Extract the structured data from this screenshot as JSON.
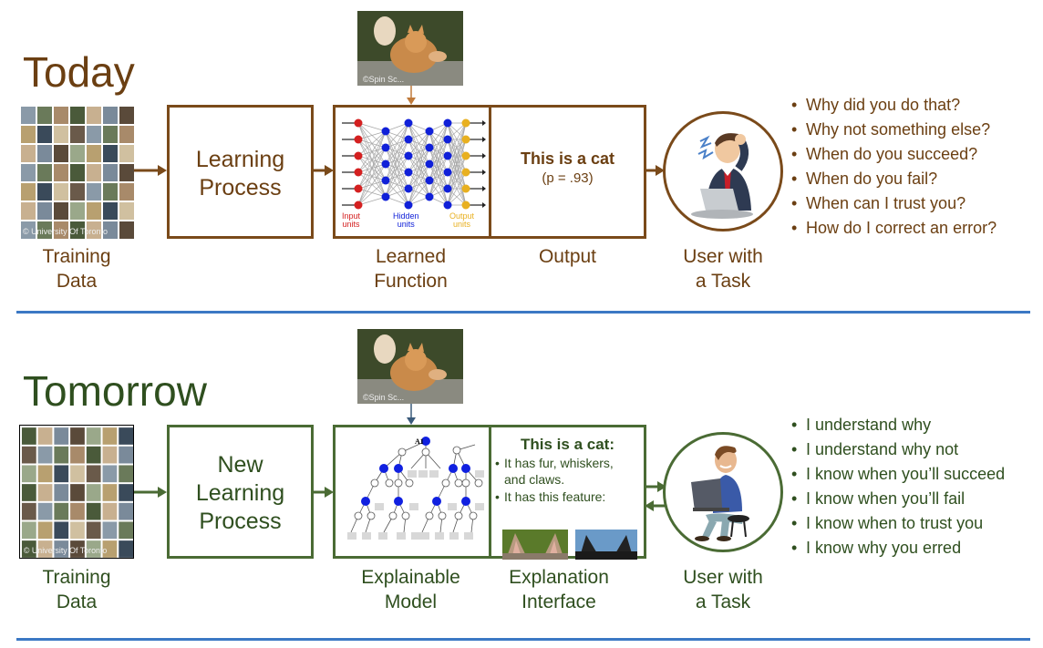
{
  "colors": {
    "today": "#6b3f12",
    "today_border": "#7a4a1a",
    "tomorrow": "#2f4f1f",
    "tomorrow_border": "#4a6b34",
    "divider": "#3b78c4",
    "nn_input": "#d42020",
    "nn_hidden": "#1020d8",
    "nn_output": "#e8b020"
  },
  "today": {
    "title": "Today",
    "input_image_credit": "©Spin Sc...",
    "training_data": {
      "caption_line1": "Training",
      "caption_line2": "Data",
      "image_credit": "© University Of Toronto"
    },
    "learning_process": {
      "line1": "Learning",
      "line2": "Process"
    },
    "learned_function": {
      "caption_line1": "Learned",
      "caption_line2": "Function",
      "nn_labels": {
        "input": [
          "Input",
          "units"
        ],
        "hidden": [
          "Hidden",
          "units"
        ],
        "output": [
          "Output",
          "units"
        ]
      }
    },
    "output": {
      "caption": "Output",
      "result": "This is a cat",
      "probability": "(p = .93)"
    },
    "user": {
      "caption_line1": "User with",
      "caption_line2": "a Task",
      "icon": "confused-businessman-icon"
    },
    "questions": [
      "Why did you do that?",
      "Why not something else?",
      "When do you succeed?",
      "When do you fail?",
      "When can I trust you?",
      "How do I correct an error?"
    ]
  },
  "tomorrow": {
    "title": "Tomorrow",
    "input_image_credit": "©Spin Sc...",
    "training_data": {
      "caption_line1": "Training",
      "caption_line2": "Data",
      "image_credit": "© University Of Toronto"
    },
    "learning_process": {
      "line1": "New",
      "line2": "Learning",
      "line3": "Process"
    },
    "explainable_model": {
      "caption_line1": "Explainable",
      "caption_line2": "Model",
      "root_label": "A1"
    },
    "explanation_interface": {
      "caption_line1": "Explanation",
      "caption_line2": "Interface",
      "heading": "This is a cat:",
      "bullet1_line1": "It has fur, whiskers,",
      "bullet1_line2": "and claws.",
      "bullet2": "It has this feature:"
    },
    "user": {
      "caption_line1": "User with",
      "caption_line2": "a Task",
      "icon": "happy-user-laptop-icon"
    },
    "statements": [
      "I understand why",
      "I understand why not",
      "I know when you’ll succeed",
      "I know when you’ll fail",
      "I know when to trust you",
      "I know why you erred"
    ]
  }
}
